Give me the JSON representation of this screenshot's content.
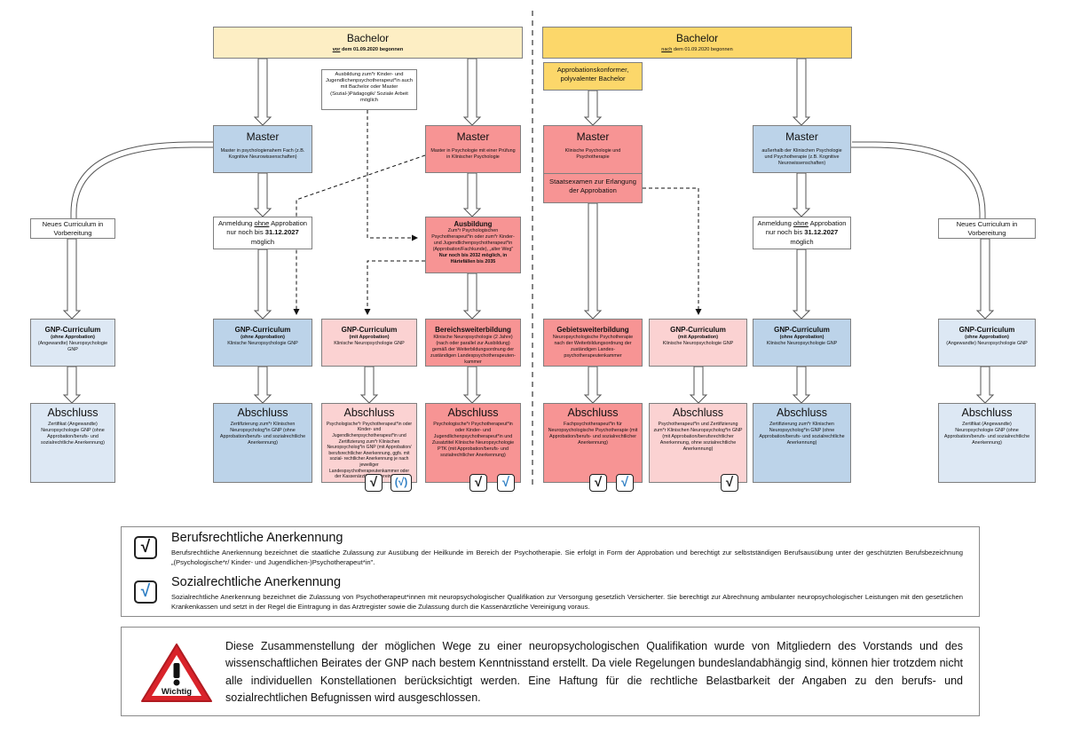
{
  "left_bachelor": {
    "title": "Bachelor",
    "sub_pre": "vor",
    "sub_post": " dem 01.09.2020 begonnen"
  },
  "right_bachelor": {
    "title": "Bachelor",
    "sub_pre": "nach",
    "sub_post": " dem 01.09.2020 begonnen"
  },
  "ausbildung_note": "Ausbildung zum*r Kinder- und Jugendlichenpsychotherapeut*in auch mit Bachelor oder Master (Sozial-)Pädagogik/ Soziale Arbeit möglich",
  "approb_bachelor": "Approbationskonformer, polyvalenter Bachelor",
  "master_a": {
    "title": "Master",
    "sub": "Master in psychologienahem Fach (z.B. Kognitive Neurowissenschaften)"
  },
  "master_b": {
    "title": "Master",
    "sub": "Master in Psychologie mit einer Prüfung in Klinischer Psychologie"
  },
  "master_c": {
    "title": "Master",
    "sub": "Klinische Psychologie und Psychotherapie"
  },
  "staatsexamen": "Staatsexamen zur Erlangung der Approbation",
  "master_d": {
    "title": "Master",
    "sub": "außerhalb der Klinischen Psychologie und Psychotherapie (z.B. Kognitive Neurowissenschaften)"
  },
  "neues_l": "Neues Curriculum in Vorbereitung",
  "neues_r": "Neues Curriculum in Vorbereitung",
  "anmeldung_l": {
    "pre": "Anmeldung ",
    "u": "ohne",
    "mid": " Approbation nur noch bis ",
    "date": "31.12.2027",
    "post": " möglich"
  },
  "anmeldung_r": {
    "pre": "Anmeldung ",
    "u": "ohne",
    "mid": " Approbation nur noch bis ",
    "date": "31.12.2027",
    "post": " möglich"
  },
  "ausbildung_box": {
    "title": "Ausbildung",
    "text": "Zum*r Psychologischen Psychotherapeut*in oder zum*r Kinder- und Jugendlichenpsychotherapeut*in (Approbation/Fachkunde), „alter Weg\"",
    "bold": "Nur noch bis 2032 möglich, in Härtefällen bis 2035"
  },
  "cur1": {
    "title": "GNP-Curriculum",
    "sub": "(ohne Approbation)",
    "text": "(Angewandte) Neuropsychologie GNP"
  },
  "cur2": {
    "title": "GNP-Curriculum",
    "sub": "(ohne Approbation)",
    "text": "Klinische Neuropsychologie GNP"
  },
  "cur3": {
    "title": "GNP-Curriculum",
    "sub": "(mit Approbation)",
    "text": "Klinische Neuropsychologie GNP"
  },
  "cur4": {
    "title": "Bereichsweiterbildung",
    "text": "Klinische Neuropsychologie (2 Jahre) (nach oder parallel zur Ausbildung) gemäß der Weiterbildungsordnung der zuständigen Landespsychotherapeuten-kammer"
  },
  "cur5": {
    "title": "Gebietsweiterbildung",
    "text": "Neuropsychologische Psychotherapie nach der Weiterbildungsordnung der zuständigen Landes-psychotherapeutenkammer"
  },
  "cur6": {
    "title": "GNP-Curriculum",
    "sub": "(mit Approbation)",
    "text": "Klinische Neuropsychologie GNP"
  },
  "cur7": {
    "title": "GNP-Curriculum",
    "sub": "(ohne Approbation)",
    "text": "Klinische Neuropsychologie GNP"
  },
  "cur8": {
    "title": "GNP-Curriculum",
    "sub": "(ohne Approbation)",
    "text": "(Angewandte) Neuropsychologie GNP"
  },
  "abs1": {
    "title": "Abschluss",
    "text": "Zertifikat (Angewandte) Neuropsychologie GNP (ohne Approbation/berufs- und sozialrechtliche Anerkennung)"
  },
  "abs2": {
    "title": "Abschluss",
    "text": "Zertifizierung zum*r Klinischen Neuropsycholog*in GNP (ohne Approbation/berufs- und sozialrechtliche Anerkennung)"
  },
  "abs3": {
    "title": "Abschluss",
    "text": "Psychologische*r Psychotherapeut*in oder Kinder- und Jugendlichenpsychotherapeut*in und Zertifizierung zum*r Klinischen Neuropsycholog*in GNP (mit Approbation/ berufsrechtlicher Anerkennung, ggfs. mit sozial- rechtlicher Anerkennung je nach jeweiliger Landespsychotherapeutenkammer oder der Kassenärztlichen Vereinigung)"
  },
  "abs4": {
    "title": "Abschluss",
    "text": "Psychologische*r Psychotherapeut*in oder Kinder- und Jugendlichenpsychotherapeut*in und Zusatztitel Klinische Neuropsychologie PTK (mit Approbation/berufs- und sozialrechtlicher Anerkennung)"
  },
  "abs5": {
    "title": "Abschluss",
    "text": "Fachpsychotherapeut*in für Neuropsychologische Psychotherapie (mit Approbation/berufs- und sozialrechtlicher Anerkennung)"
  },
  "abs6": {
    "title": "Abschluss",
    "text": "Psychotherapeut*in und Zertifizierung zum*r Klinischen Neuropsycholog*in GNP (mit Approbation/berufsrechtlicher Anerkennung, ohne sozialrechtliche Anerkennung)"
  },
  "abs7": {
    "title": "Abschluss",
    "text": "Zertifizierung zum*r Klinischen Neuropsycholog*in GNP (ohne Approbation/berufs- und sozialrechtliche Anerkennung)"
  },
  "abs8": {
    "title": "Abschluss",
    "text": "Zertifikat (Angewandte) Neuropsychologie GNP (ohne Approbation/berufs- und sozialrechtliche Anerkennung)"
  },
  "checks": {
    "berufs_symbol": "√",
    "sozial_symbol": "√",
    "sozial_partial": "(√)"
  },
  "colors": {
    "berufs": "#111111",
    "sozial": "#2f7fc4",
    "warning_red": "#d9232a"
  },
  "legend": {
    "berufs_title": "Berufsrechtliche Anerkennung",
    "berufs_text": "Berufsrechtliche Anerkennung bezeichnet die staatliche Zulassung zur Ausübung der Heilkunde im Bereich der Psychotherapie. Sie erfolgt in Form der Approbation und berechtigt zur selbstständigen Berufsausübung unter der geschützten Berufsbezeichnung „(Psychologische*r/ Kinder- und Jugendlichen-)Psychotherapeut*in\".",
    "sozial_title": "Sozialrechtliche Anerkennung",
    "sozial_text": "Sozialrechtliche Anerkennung bezeichnet die Zulassung von Psychotherapeut*innen mit neuropsychologischer Qualifikation zur Versorgung gesetzlich Versicherter. Sie berechtigt zur Abrechnung ambulanter neuropsychologischer Leistungen mit den gesetzlichen Krankenkassen und setzt in der Regel die Eintragung in das Arztregister sowie die Zulassung durch die Kassenärztliche Vereinigung voraus."
  },
  "warning": {
    "icon_label": "Wichtig",
    "text": "Diese Zusammenstellung der möglichen Wege zu einer neuropsychologischen Qualifikation wurde von Mitgliedern des Vorstands und des wissenschaftlichen Beirates der GNP nach bestem Kenntnisstand erstellt. Da viele Regelungen bundeslandabhängig sind, können hier trotzdem nicht alle individuellen Konstellationen berücksichtigt werden. Eine Haftung für die rechtliche Belastbarkeit der Angaben zu den berufs- und sozialrechtlichen Befugnissen wird ausgeschlossen."
  }
}
